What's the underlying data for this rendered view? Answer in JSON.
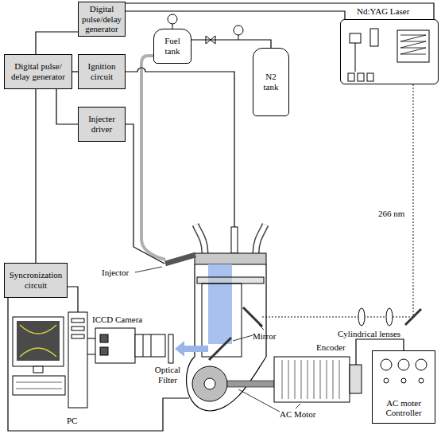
{
  "diagram": {
    "nodes": [
      {
        "text": [
          "Digital pulse/delay generator"
        ]
      },
      {
        "text": [
          "Nd:YAG Laser"
        ]
      },
      {
        "text": [
          "Fuel tank"
        ]
      },
      {
        "text": [
          "Digital pulse/ delay generator"
        ]
      },
      {
        "text": [
          "Ignition circuit"
        ]
      },
      {
        "text": [
          "N2 tank"
        ]
      },
      {
        "text": [
          "Injecter driver"
        ]
      },
      {
        "text": [
          "Syncronization circuit"
        ]
      },
      {
        "text": [
          "AC moter Controller"
        ]
      }
    ],
    "edges": [
      {
        "from": 0,
        "to": 1,
        "arrow": "none"
      },
      {
        "from": 0,
        "to": 1,
        "arrow": "none"
      },
      {
        "from": 3,
        "to": 0,
        "arrow": "none"
      },
      {
        "from": 3,
        "to": 4,
        "arrow": "none"
      },
      {
        "from": 3,
        "to": 6,
        "arrow": "none"
      },
      {
        "from": 3,
        "to": 7,
        "arrow": "none"
      },
      {
        "from": 2,
        "to": 5,
        "arrow": "none"
      }
    ],
    "labels": [
      "266 nm",
      "Injector",
      "ICCD Camera",
      "Mirror",
      "Cylindrical lenses",
      "Optical Filter",
      "Encoder",
      "AC Motor",
      "PC"
    ]
  }
}
